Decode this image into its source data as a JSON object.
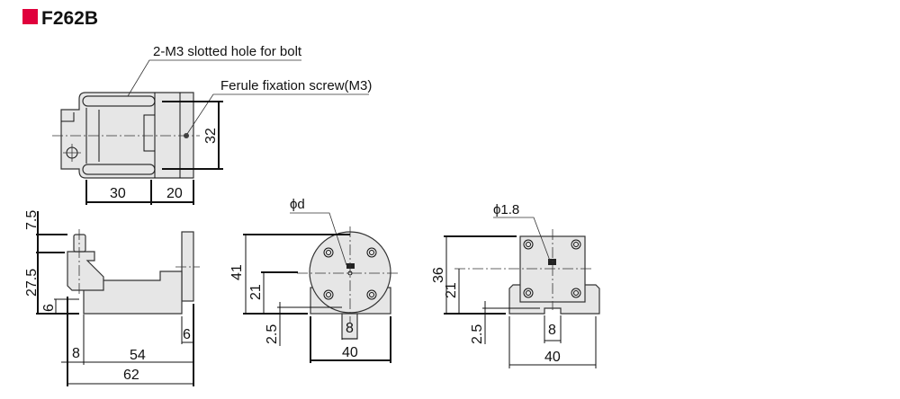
{
  "title": {
    "text": "F262B",
    "marker_color": "#e0003c"
  },
  "top_view": {
    "callout_slot": "2-M3 slotted hole for bolt",
    "callout_screw": "Ferule fixation screw(M3)",
    "dim_30": "30",
    "dim_20": "20",
    "dim_32": "32"
  },
  "side_view": {
    "dim_7_5": "7.5",
    "dim_27_5": "27.5",
    "dim_6_left": "6",
    "dim_6_right": "6",
    "dim_8": "8",
    "dim_54": "54",
    "dim_62": "62"
  },
  "front_view_round": {
    "callout": "ϕd",
    "dim_41": "41",
    "dim_21": "21",
    "dim_2_5": "2.5",
    "dim_8": "8",
    "dim_40": "40"
  },
  "front_view_square": {
    "callout": "ϕ1.8",
    "dim_36": "36",
    "dim_21": "21",
    "dim_2_5": "2.5",
    "dim_8": "8",
    "dim_40": "40"
  }
}
